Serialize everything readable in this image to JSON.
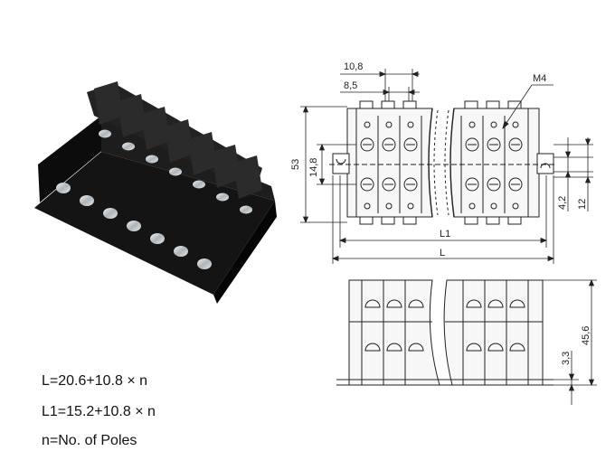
{
  "dimensions": {
    "pitch": "10,8",
    "gap": "8,5",
    "screw": "M4",
    "height": "53",
    "screw_spacing": "14,8",
    "l1": "L1",
    "l": "L",
    "side_a": "4,2",
    "side_b": "12",
    "total_height": "45,6",
    "base": "3,3"
  },
  "formulas": {
    "l_formula": "L=20.6+10.8 × n",
    "l1_formula": "L1=15.2+10.8 × n",
    "n_definition": "n=No. of Poles"
  },
  "colors": {
    "line": "#222222",
    "body": "#1a1a1a",
    "metal": "#c9ccce"
  }
}
